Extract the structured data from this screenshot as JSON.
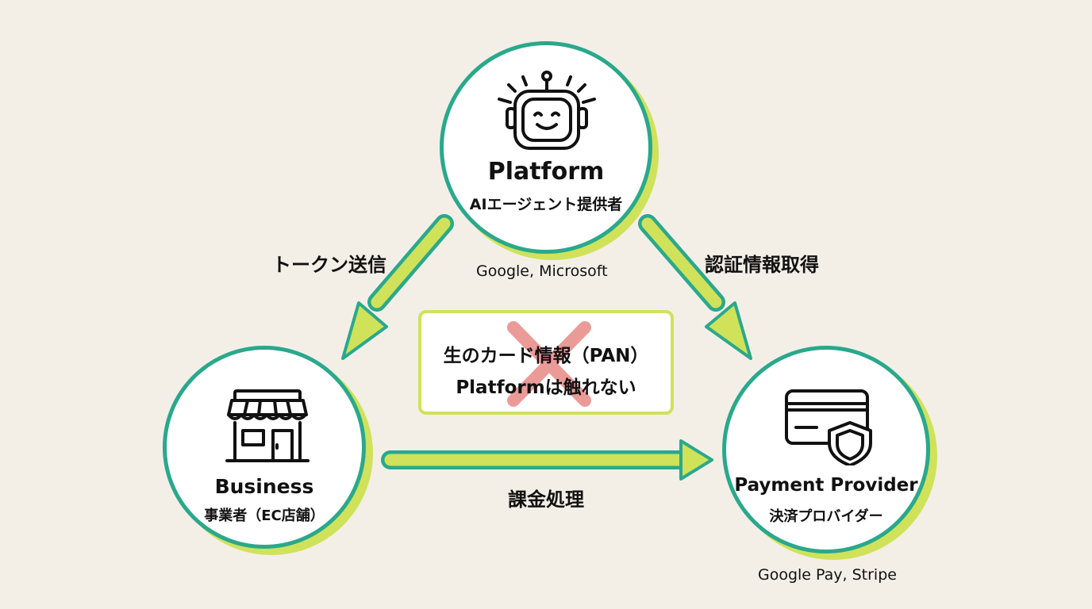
{
  "nodes": {
    "platform": {
      "title": "Platform",
      "subtitle": "AIエージェント提供者",
      "examples": "Google, Microsoft",
      "icon": "robot-icon"
    },
    "business": {
      "title": "Business",
      "subtitle": "事業者（EC店舗）",
      "icon": "storefront-icon"
    },
    "payment": {
      "title": "Payment Provider",
      "subtitle": "決済プロバイダー",
      "examples": "Google Pay, Stripe",
      "icon": "card-shield-icon"
    }
  },
  "flows": {
    "token": "トークン送信",
    "auth": "認証情報取得",
    "billing": "課金処理"
  },
  "note": {
    "line1": "生のカード情報（PAN）",
    "line2": "Platformは触れない",
    "icon": "cross-icon"
  },
  "colors": {
    "teal": "#2aa88c",
    "lime": "#cfe25a",
    "cross": "#e88a86",
    "background": "#f3efe7"
  }
}
